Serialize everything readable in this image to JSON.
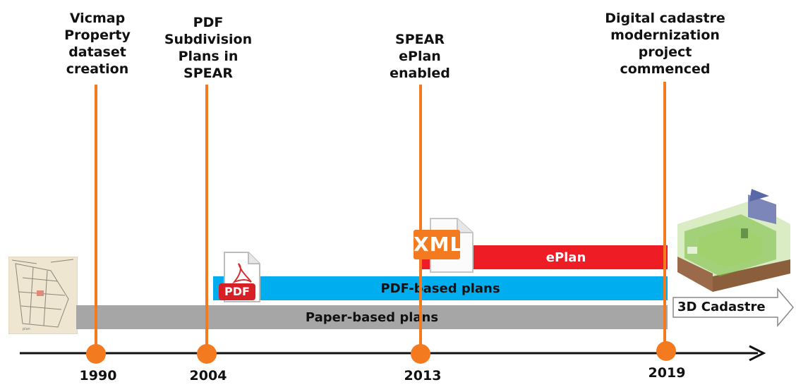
{
  "events": [
    {
      "label": "Vicmap\nProperty\ndataset\ncreation",
      "year": "1990"
    },
    {
      "label": "PDF\nSubdivision\nPlans in\nSPEAR",
      "year": "2004"
    },
    {
      "label": "SPEAR\nePlan\nenabled",
      "year": "2013"
    },
    {
      "label": "Digital cadastre\nmodernization\nproject\ncommenced",
      "year": "2019"
    }
  ],
  "bars": {
    "paper": "Paper-based plans",
    "pdf": "PDF-based plans",
    "eplan": "ePlan"
  },
  "icons": {
    "pdf_text": "PDF",
    "xml_text": "XML"
  },
  "future_arrow": "3D Cadastre",
  "colors": {
    "timeline": "#f47a20",
    "paper_bar": "#a6a6a6",
    "pdf_bar": "#00aeef",
    "eplan_bar": "#ee1c25"
  }
}
